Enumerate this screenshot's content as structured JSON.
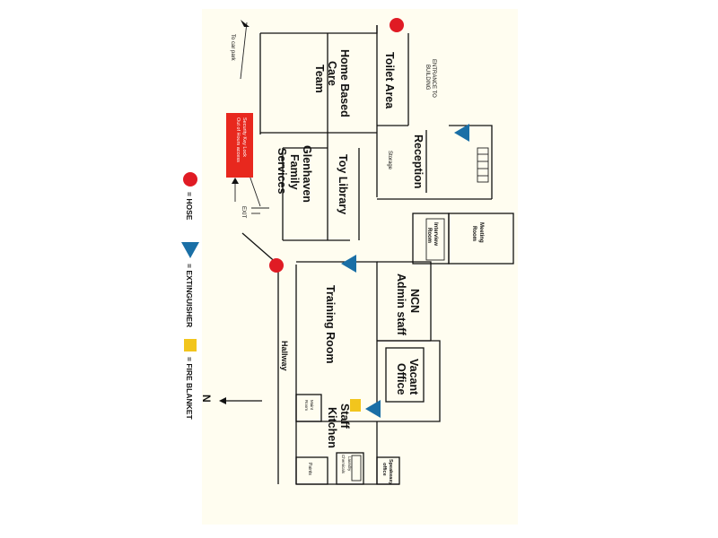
{
  "rooms": {
    "home_based_care_team": [
      "Home Based",
      "Care",
      "Team"
    ],
    "toilet_area": "Toilet Area",
    "glenhaven_family_services": [
      "Glenhaven",
      "Family",
      "Services"
    ],
    "toy_library": "Toy Library",
    "storage": "Storage",
    "reception": "Reception",
    "interview_room": [
      "Interview",
      "Room"
    ],
    "meeting_room": [
      "Meeting",
      "Room"
    ],
    "ncn_admin_staff": [
      "NCN",
      "Admin staff"
    ],
    "training_room": "Training Room",
    "vacant_office": [
      "Vacant",
      "Office"
    ],
    "hallway": "Hallway",
    "staff_kitchen": [
      "Staff",
      "Kitchen"
    ],
    "small_room": [
      "Maint",
      "Room"
    ],
    "paints": "Paints",
    "laundry": [
      "Laundry",
      "Chemicals"
    ],
    "speakeasy_office": [
      "Speakeasy",
      "office"
    ]
  },
  "annotations": {
    "to_car_park": "To car park",
    "entrance": [
      "ENTRANCE TO",
      "BUILDING"
    ],
    "exit": "EXIT",
    "security_box": [
      "Security Key Lock",
      "Out of Hours access"
    ]
  },
  "legend": {
    "hose": "= HOSE",
    "extinguisher": "= EXTINGUISHER",
    "fire_blanket": "= FIRE BLANKET",
    "north": "N"
  },
  "colors": {
    "hose": "#e01b24",
    "extinguisher": "#1a6fa6",
    "fire_blanket": "#f2c51d",
    "security_box": "#e8281e"
  }
}
